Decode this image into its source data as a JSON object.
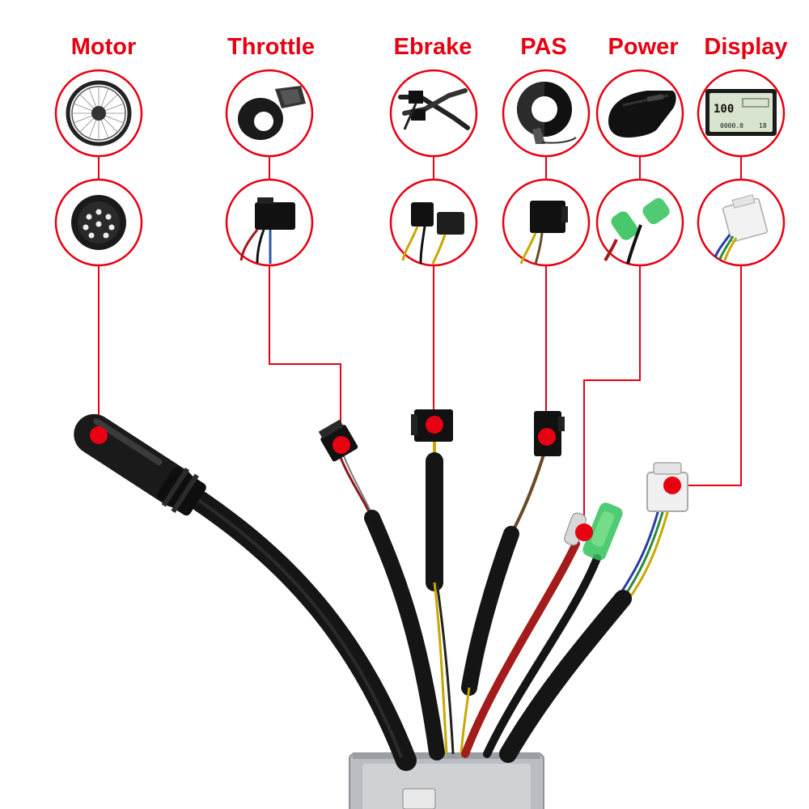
{
  "colors": {
    "accent": "#e60012",
    "cable": "#111111",
    "housing": "#b9bcc0"
  },
  "labels": {
    "motor": "Motor",
    "throttle": "Throttle",
    "ebrake": "Ebrake",
    "pas": "PAS",
    "power": "Power",
    "display": "Display"
  },
  "display_readout": {
    "speed": "100",
    "odo": "0000.0",
    "small": "18"
  },
  "icons": {
    "motor_part": "wheel-hub-motor-icon",
    "motor_connector": "round-9-pin-connector-icon",
    "throttle_part": "thumb-throttle-icon",
    "throttle_connector": "3-pin-plug-icon",
    "ebrake_part": "brake-levers-icon",
    "ebrake_connector": "2-pin-plug-pair-icon",
    "pas_part": "pas-sensor-disc-icon",
    "pas_connector": "3-pin-plug-icon",
    "power_part": "battery-pack-icon",
    "power_connector": "bullet-terminal-icon",
    "display_part": "lcd-display-icon",
    "display_connector": "multi-pin-plug-icon"
  }
}
